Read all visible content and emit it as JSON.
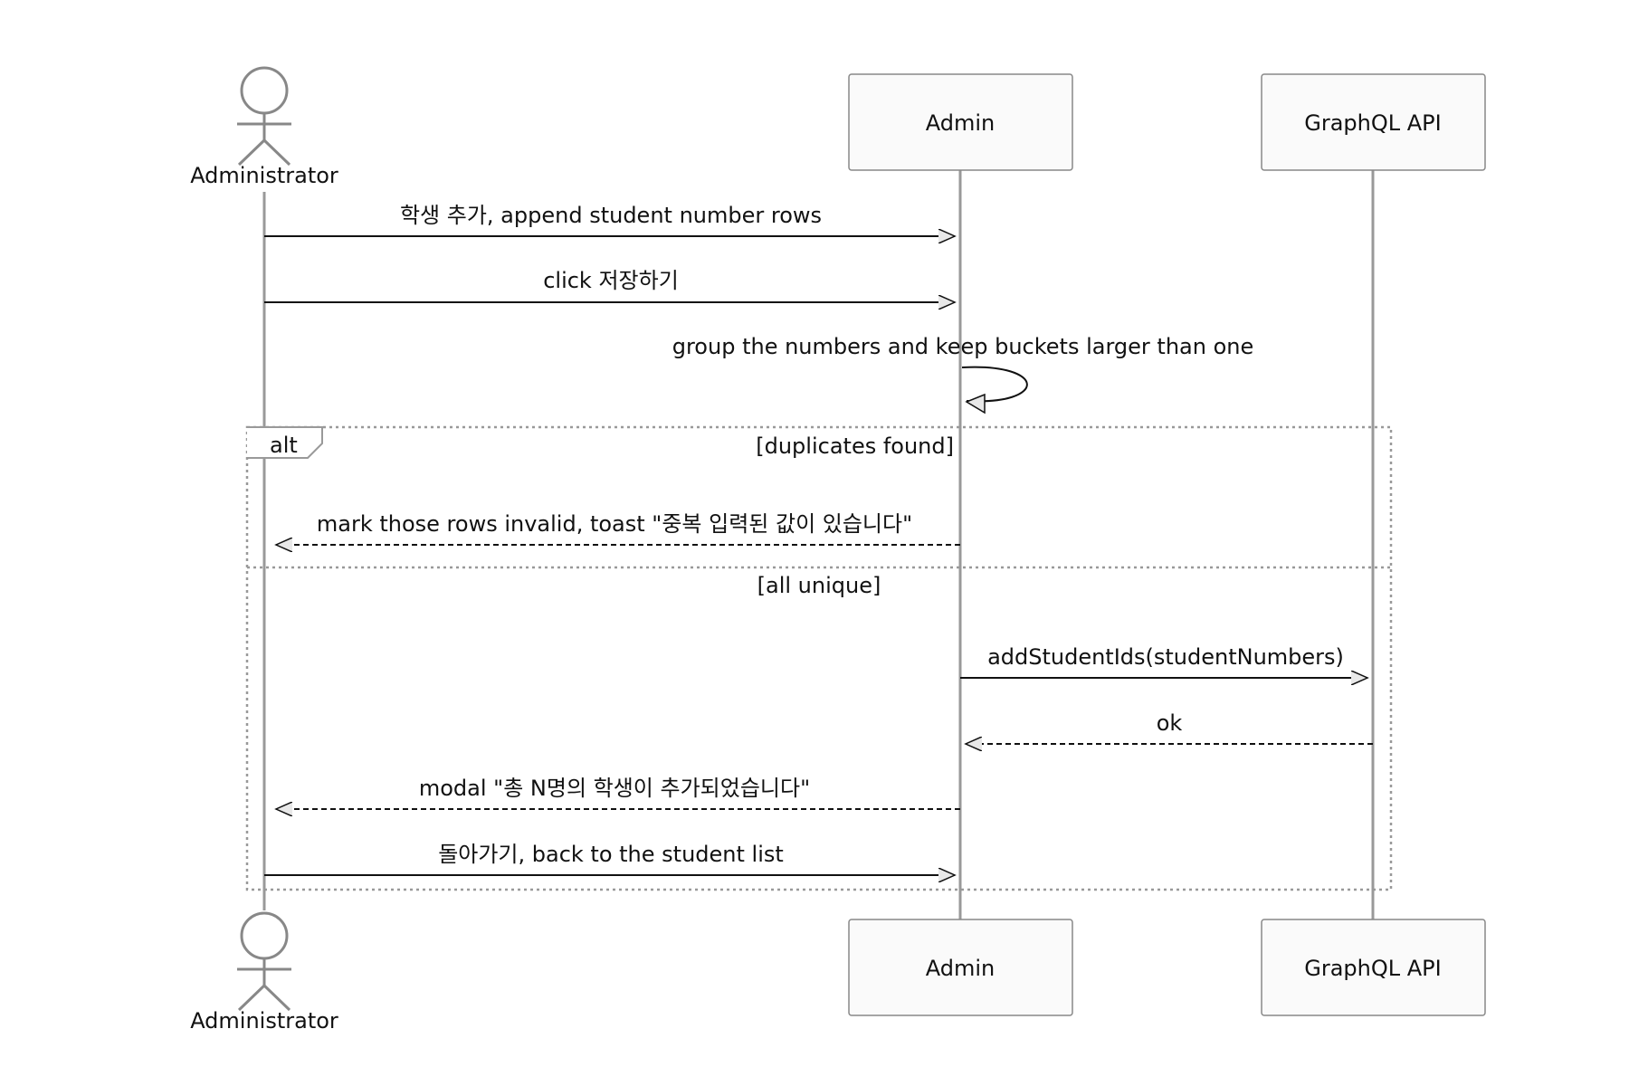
{
  "participants": {
    "actor": "Administrator",
    "admin": "Admin",
    "api": "GraphQL API"
  },
  "messages": {
    "m1": "학생 추가, append student number rows",
    "m2": "click 저장하기",
    "m3": "group the numbers and keep buckets larger than one",
    "m4": "mark those rows invalid, toast \"중복 입력된 값이 있습니다\"",
    "m5": "addStudentIds(studentNumbers)",
    "m6": "ok",
    "m7": "modal \"총 N명의 학생이 추가되었습니다\"",
    "m8": "돌아가기, back to the student list"
  },
  "frame": {
    "type": "alt",
    "cond1": "[duplicates found]",
    "cond2": "[all unique]"
  },
  "colors": {
    "line": "#111111",
    "lifeline": "#999999",
    "box_fill": "#fafafa",
    "box_stroke": "#888888",
    "frame_stroke": "#999999"
  }
}
